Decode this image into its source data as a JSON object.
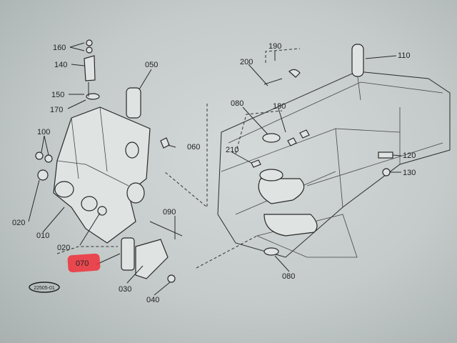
{
  "diagram": {
    "stamp": "22505-01",
    "highlight_color": "#f0303a",
    "labels": {
      "p160": "160",
      "p140": "140",
      "p150": "150",
      "p170": "170",
      "p050": "050",
      "p100": "100",
      "p060": "060",
      "p020a": "020",
      "p010": "010",
      "p020b": "020",
      "p090": "090",
      "p070": "070",
      "p030": "030",
      "p040": "040",
      "p200": "200",
      "p190": "190",
      "p110": "110",
      "p080a": "080",
      "p180": "180",
      "p210": "210",
      "p120": "120",
      "p130": "130",
      "p080b": "080"
    }
  }
}
